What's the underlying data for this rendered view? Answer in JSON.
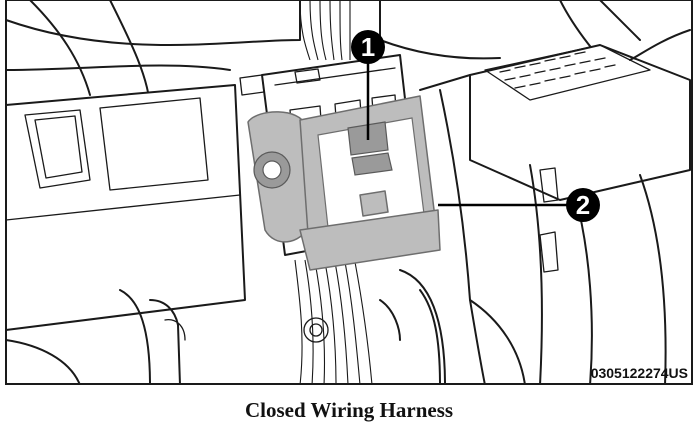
{
  "callouts": [
    {
      "number": "1"
    },
    {
      "number": "2"
    }
  ],
  "part_code": "0305122274US",
  "caption": "Closed Wiring Harness"
}
